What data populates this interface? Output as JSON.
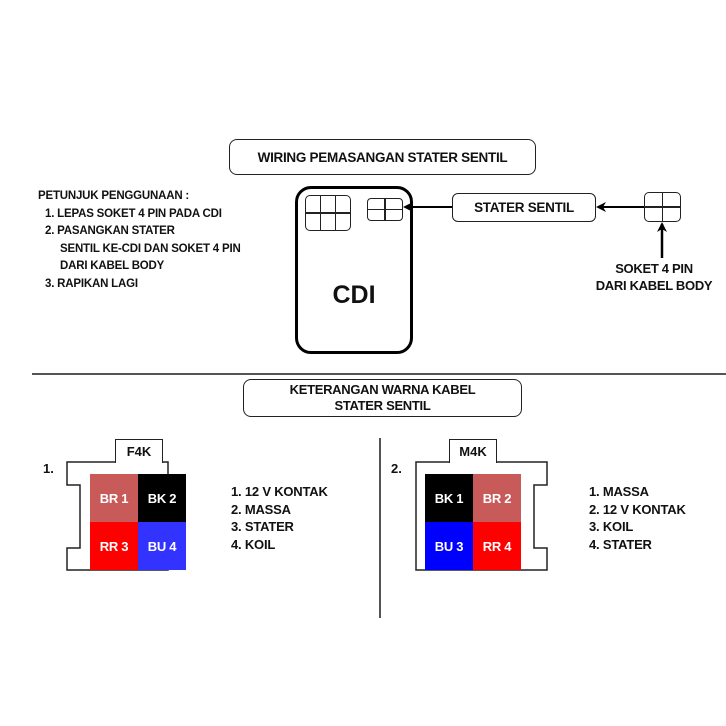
{
  "wiring_title": "WIRING PEMASANGAN STATER SENTIL",
  "instructions": {
    "heading": "PETUNJUK PENGGUNAAN :",
    "steps": [
      "1. LEPAS SOKET 4 PIN PADA CDI",
      "2. PASANGKAN STATER",
      "SENTIL KE-CDI DAN SOKET 4 PIN",
      "DARI KABEL BODY",
      "3. RAPIKAN LAGI"
    ]
  },
  "cdi": {
    "label": "CDI"
  },
  "stater_sentil_label": "STATER SENTIL",
  "socket_label": {
    "line1": "SOKET 4 PIN",
    "line2": "DARI KABEL BODY"
  },
  "color_section": {
    "title_line1": "KETERANGAN WARNA KABEL",
    "title_line2": "STATER SENTIL"
  },
  "colors": {
    "BR": "#c85a5a",
    "BK": "#000000",
    "RR": "#ff0000",
    "BU_f": "#3333ff",
    "BU_m": "#0000ff"
  },
  "connectors": [
    {
      "number": "1.",
      "name": "F4K",
      "pins": [
        "BR 1",
        "BK 2",
        "RR 3",
        "BU 4"
      ],
      "legend": [
        "1. 12 V KONTAK",
        "2. MASSA",
        "3. STATER",
        "4. KOIL"
      ]
    },
    {
      "number": "2.",
      "name": "M4K",
      "pins": [
        "BK 1",
        "BR 2",
        "BU 3",
        "RR 4"
      ],
      "legend": [
        "1. MASSA",
        "2. 12 V KONTAK",
        "3. KOIL",
        "4. STATER"
      ]
    }
  ]
}
